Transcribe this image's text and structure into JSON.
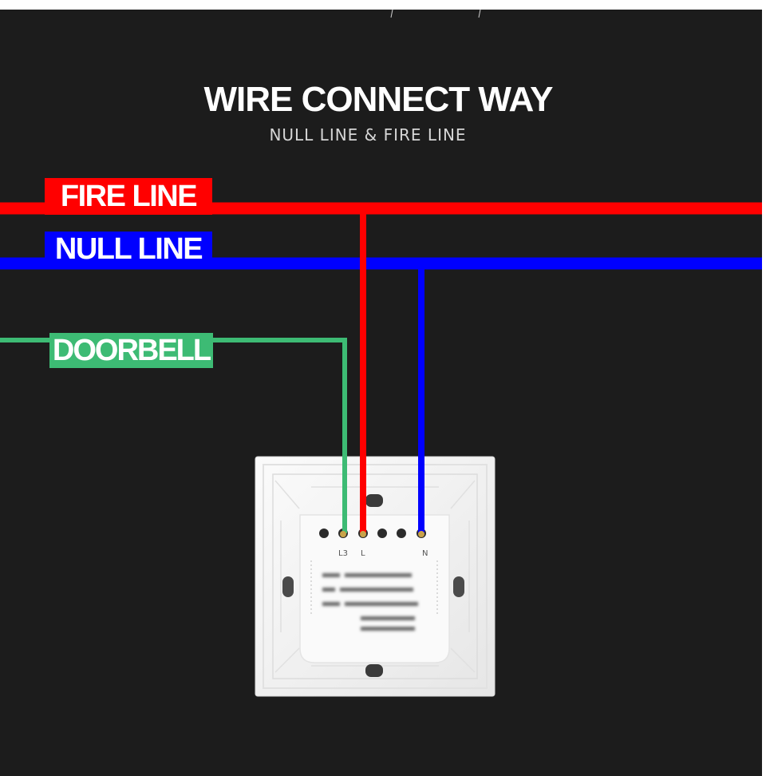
{
  "header": {
    "title": "WIRE CONNECT WAY",
    "subtitle": "NULL LINE & FIRE LINE"
  },
  "wires": {
    "fire": {
      "label": "FIRE LINE",
      "color": "#ff0000"
    },
    "null": {
      "label": "NULL LINE",
      "color": "#0000ff"
    },
    "doorbell": {
      "label": "DOORBELL",
      "color": "#3dbb74"
    }
  },
  "switch": {
    "terminals": {
      "l3": "L3",
      "l": "L",
      "n": "N"
    }
  },
  "colors": {
    "background": "#1c1c1c",
    "plate": "#f4f4f4",
    "terminal_brass": "#c9a34a"
  }
}
